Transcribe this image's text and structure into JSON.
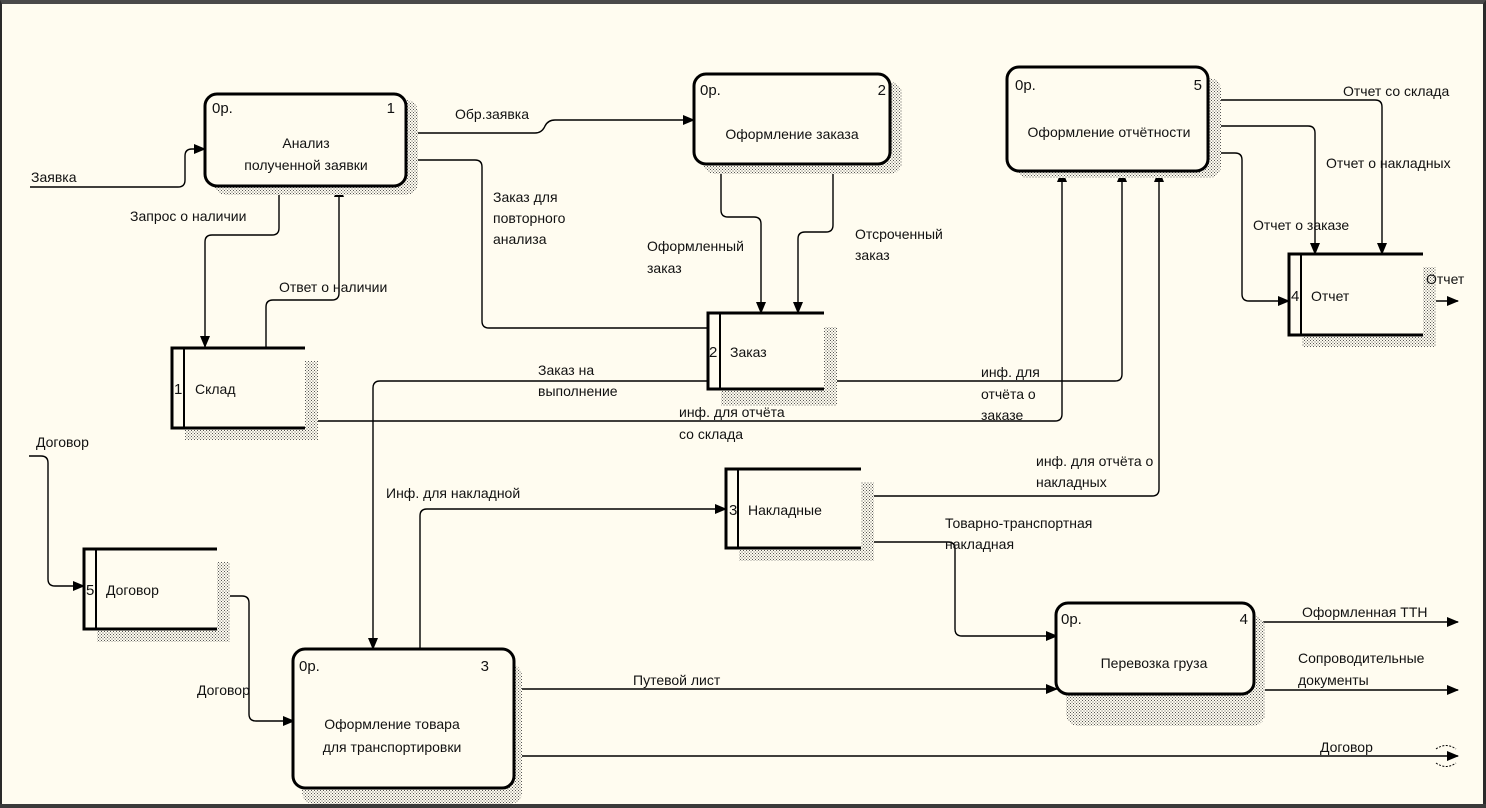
{
  "diagram": {
    "type": "DFD",
    "colors": {
      "background": "#fffcf0",
      "line": "#000000",
      "frame": "#2a2a2a"
    },
    "processes": [
      {
        "id": "p1",
        "cost": "0р.",
        "number": "1",
        "label_lines": [
          "Анализ",
          "полученной заявки"
        ]
      },
      {
        "id": "p2",
        "cost": "0р.",
        "number": "2",
        "label_lines": [
          "Оформление заказа"
        ]
      },
      {
        "id": "p3",
        "cost": "0р.",
        "number": "3",
        "label_lines": [
          "Оформление товара",
          "для транспортировки"
        ]
      },
      {
        "id": "p4",
        "cost": "0р.",
        "number": "4",
        "label_lines": [
          "Перевозка груза"
        ]
      },
      {
        "id": "p5",
        "cost": "0р.",
        "number": "5",
        "label_lines": [
          "Оформление отчётности"
        ]
      }
    ],
    "stores": [
      {
        "id": "s1",
        "number": "1",
        "label": "Склад"
      },
      {
        "id": "s2",
        "number": "2",
        "label": "Заказ"
      },
      {
        "id": "s3",
        "number": "3",
        "label": "Накладные"
      },
      {
        "id": "s4",
        "number": "4",
        "label": "Отчет"
      },
      {
        "id": "s5",
        "number": "5",
        "label": "Договор"
      }
    ],
    "flows": [
      {
        "id": "f-zayavka",
        "label_lines": [
          "Заявка"
        ]
      },
      {
        "id": "f-obr-zayavka",
        "label_lines": [
          "Обр.заявка"
        ]
      },
      {
        "id": "f-zapros",
        "label_lines": [
          "Запрос о наличии"
        ]
      },
      {
        "id": "f-otvet",
        "label_lines": [
          "Ответ о наличии"
        ]
      },
      {
        "id": "f-povtor",
        "label_lines": [
          "Заказ для",
          "повторного",
          "анализа"
        ]
      },
      {
        "id": "f-oformlenny",
        "label_lines": [
          "Оформленный",
          "заказ"
        ]
      },
      {
        "id": "f-otsrochenny",
        "label_lines": [
          "Отсроченный",
          "заказ"
        ]
      },
      {
        "id": "f-na-vypolnenie",
        "label_lines": [
          "Заказ на",
          "выполнение"
        ]
      },
      {
        "id": "f-inf-sklad",
        "label_lines": [
          "инф. для отчёта",
          "со склада"
        ]
      },
      {
        "id": "f-inf-zakaz",
        "label_lines": [
          "инф. для",
          "отчёта о",
          "заказе"
        ]
      },
      {
        "id": "f-inf-nakladnye",
        "label_lines": [
          "инф. для отчёта о",
          "накладных"
        ]
      },
      {
        "id": "f-otchet-sklad",
        "label_lines": [
          "Отчет со склада"
        ]
      },
      {
        "id": "f-otchet-nakl",
        "label_lines": [
          "Отчет о накладных"
        ]
      },
      {
        "id": "f-otchet-zakaz",
        "label_lines": [
          "Отчет о заказе"
        ]
      },
      {
        "id": "f-otchet-out",
        "label_lines": [
          "Отчет"
        ]
      },
      {
        "id": "f-dogovor-in",
        "label_lines": [
          "Договор"
        ]
      },
      {
        "id": "f-dogovor-p3",
        "label_lines": [
          "Договор"
        ]
      },
      {
        "id": "f-inf-nakl",
        "label_lines": [
          "Инф. для накладной"
        ]
      },
      {
        "id": "f-ttn",
        "label_lines": [
          "Товарно-транспортная",
          "накладная"
        ]
      },
      {
        "id": "f-putevoy",
        "label_lines": [
          "Путевой лист"
        ]
      },
      {
        "id": "f-oform-ttn",
        "label_lines": [
          "Оформленная ТТН"
        ]
      },
      {
        "id": "f-soprovod",
        "label_lines": [
          "Сопроводительные",
          "документы"
        ]
      },
      {
        "id": "f-dogovor-out",
        "label_lines": [
          "Договор"
        ]
      }
    ]
  }
}
